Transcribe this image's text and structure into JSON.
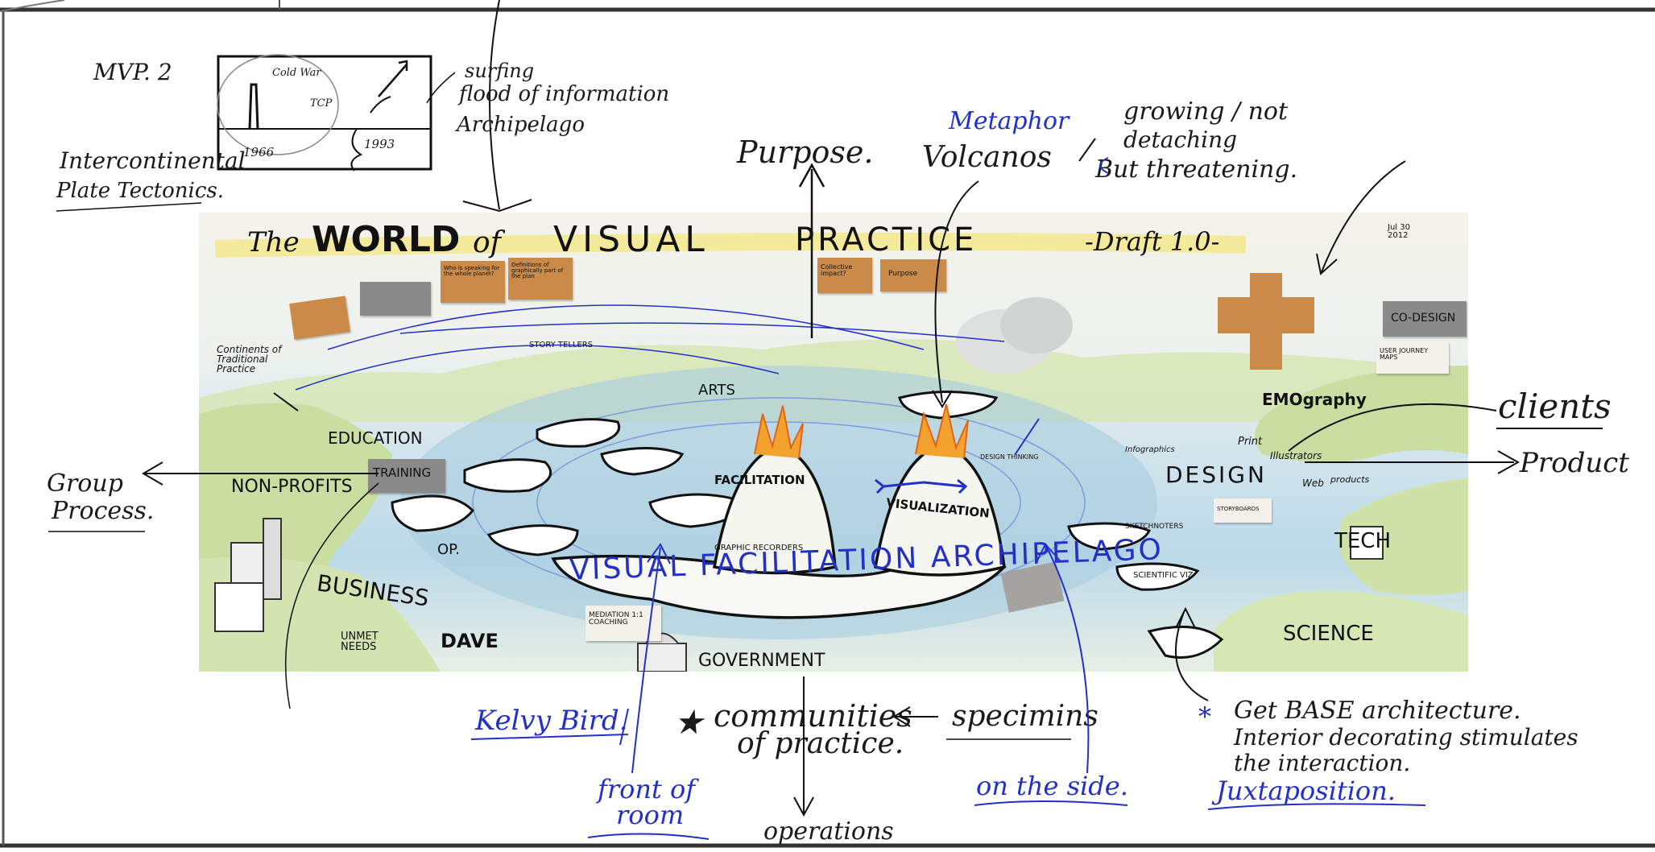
{
  "top_sketch": {
    "label_mvp": "MVP. 2",
    "box_cold_war": "Cold War",
    "box_tcp": "TCP",
    "box_year1": "1966",
    "box_year2": "1993",
    "note_surfing": "surfing",
    "note_flood": "flood of information",
    "note_archipelago": "Archipelago",
    "label_tectonics_1": "Intercontinental",
    "label_tectonics_2": "Plate Tectonics."
  },
  "annotations": {
    "purpose": "Purpose.",
    "metaphor": "Metaphor",
    "volcanos": "Volcanos",
    "growing": "growing / not",
    "detaching": "detaching",
    "threatening": "But threatening.",
    "clients": "clients",
    "product": "Product",
    "group_process_1": "Group",
    "group_process_2": "Process.",
    "kelvy_bird": "Kelvy Bird.",
    "communities_1": "communities",
    "communities_2": "of practice.",
    "specimins": "specimins",
    "front_of_room_1": "front of",
    "front_of_room_2": "room",
    "operations": "operations",
    "on_the_side": "on the side.",
    "base_1": "Get BASE architecture.",
    "base_2": "Interior decorating stimulates",
    "base_3": "the interaction.",
    "juxtaposition": "Juxtaposition."
  },
  "mural": {
    "title_the": "The",
    "title_world": "WORLD",
    "title_of": "of",
    "title_visual": "VISUAL",
    "title_practice": "PRACTICE",
    "draft": "-Draft 1.0-",
    "date": "Jul 30 2012",
    "continents": "Continents of Traditional Practice",
    "education": "EDUCATION",
    "training": "TRAINING",
    "non_profits": "NON-PROFITS",
    "business": "BUSINESS",
    "unmet_needs": "UNMET NEEDS",
    "dave": "DAVE",
    "arts": "ARTS",
    "facilitation": "FACILITATION",
    "visualization": "VISUALIZATION",
    "design": "DESIGN",
    "tech": "TECH",
    "science": "SCIENCE",
    "government": "GOVERNMENT",
    "archipelago": "VISUAL FACILITATION ARCHIPELAGO",
    "graphic_recorders": "GRAPHIC RECORDERS",
    "mediation": "MEDIATION 1:1 COACHING",
    "co_design": "CO-DESIGN",
    "scientific_viz": "SCIENTIFIC VIZ",
    "sketchnoters": "SKETCHNOTERS",
    "storyboards": "STORYBOARDS",
    "user_journey": "USER JOURNEY MAPS",
    "emography": "EMOgraphy",
    "story_tellers": "STORY TELLERS",
    "print": "Print",
    "illustrators": "Illustrators",
    "web": "Web",
    "products": "products",
    "infographic": "Infographics",
    "design_thinking": "DESIGN THINKING",
    "purpose_note": "Purpose",
    "collective": "Collective impact?",
    "who_speaking": "Who is speaking for the whole planet?",
    "definitions": "Definitions of graphically part of the plan",
    "op": "OP."
  },
  "colors": {
    "ink": "#1a1a1a",
    "blue_ink": "#2330c8",
    "sticky": "#c98a4a",
    "water": "#bcd9e8",
    "land": "#cfe3a8",
    "flame": "#f08a1e"
  }
}
